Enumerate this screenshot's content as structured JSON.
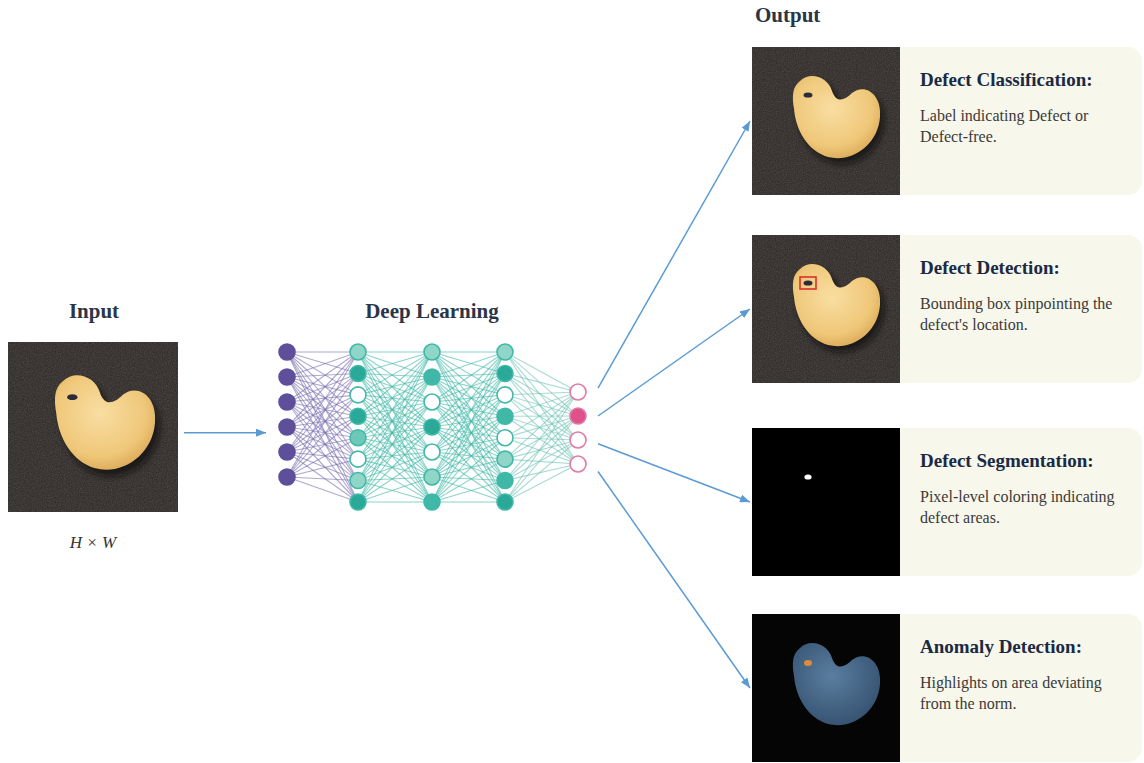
{
  "diagram": {
    "nodes": [
      {
        "text": [
          "Input"
        ]
      },
      {
        "text": [
          "Deep Learning"
        ]
      },
      {
        "text": [
          "Defect Classification:",
          "Label indicating Defect or Defect-free."
        ]
      },
      {
        "text": [
          "Defect Detection:",
          "Bounding box pinpointing the defect's location."
        ]
      },
      {
        "text": [
          "Defect Segmentation:",
          "Pixel-level coloring indicating defect areas."
        ]
      },
      {
        "text": [
          "Anomaly Detection:",
          "Highlights on area deviating from the norm."
        ]
      }
    ],
    "edges": [
      {
        "from": 0,
        "to": 1,
        "arrow": "to"
      },
      {
        "from": 1,
        "to": 2,
        "arrow": "to"
      },
      {
        "from": 1,
        "to": 3,
        "arrow": "to"
      },
      {
        "from": 1,
        "to": 4,
        "arrow": "to"
      },
      {
        "from": 1,
        "to": 5,
        "arrow": "to"
      }
    ],
    "labels": [
      "Output",
      "H × W"
    ]
  }
}
